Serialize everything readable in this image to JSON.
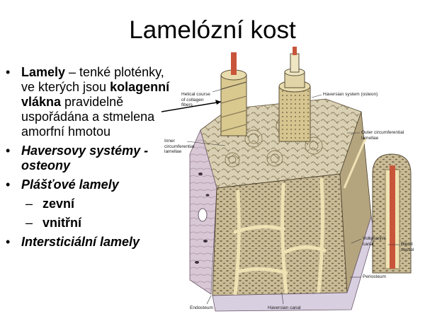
{
  "slide": {
    "title": "Lamelózní kost",
    "bullet1": {
      "t1": "Lamely",
      "t2": " – tenké ploténky, ve kterých jsou ",
      "t3": "kolagenní vlákna",
      "t4": " pravidelně uspořádána a stmelena amorfní hmotou"
    },
    "bullet2": "Haversovy systémy - osteony",
    "bullet3": "Plášťové lamely",
    "sub1": "zevní",
    "sub2": "vnitřní",
    "bullet4": "Intersticiální lamely",
    "bullet_marker": "•",
    "dash_marker": "–"
  },
  "figure": {
    "labels": {
      "helical_1": "Helical course",
      "helical_2": "of collagen",
      "helical_3": "fibers",
      "haversian_system": "Haversian system (osteon)",
      "inner_1": "Inner",
      "inner_2": "circumferential",
      "inner_3": "lamellae",
      "outer_1": "Outer circumferential",
      "outer_2": "lamellae",
      "volkmann_1": "Volkmann's",
      "volkmann_2": "canal",
      "blood_1": "Blood",
      "blood_2": "vessel",
      "periosteum": "Periosteum",
      "endosteum": "Endosteum",
      "haversian_canal": "Haversian canal"
    },
    "colors": {
      "bone": "#c9bb96",
      "bone_dark": "#7c6e4e",
      "periosteum": "#d8c7d4",
      "endosteum": "#b9a5b9",
      "fiber": "#e8dcae",
      "vessel": "#c8553a",
      "arrow": "#000000"
    }
  }
}
